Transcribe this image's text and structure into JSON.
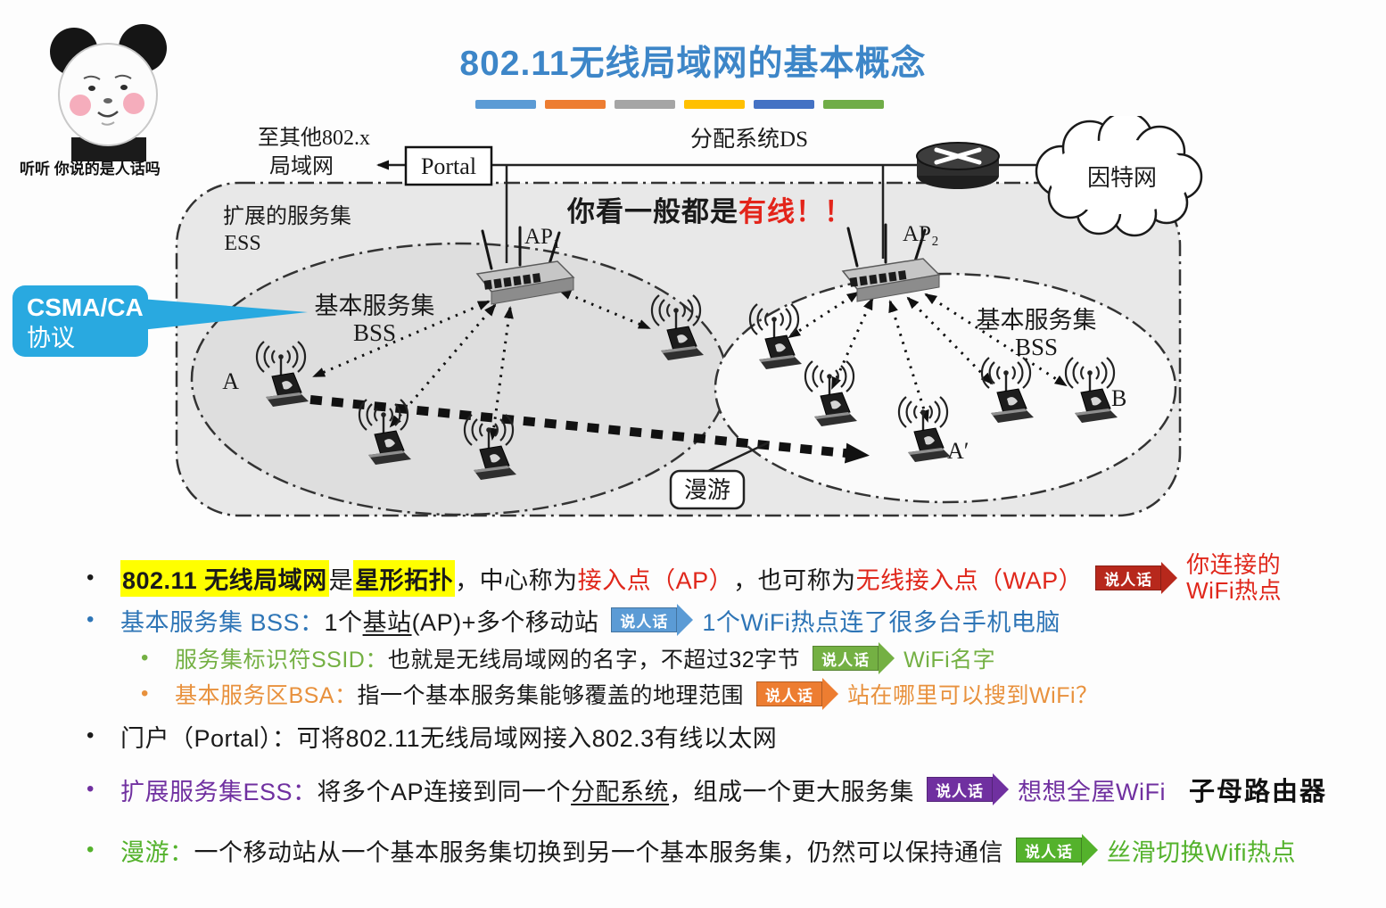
{
  "meme": {
    "caption": "听听 你说的是人话吗"
  },
  "title": "802.11无线局域网的基本概念",
  "accent_bars": [
    "#5b9bd5",
    "#ed7d31",
    "#a5a5a5",
    "#ffc000",
    "#4472c4",
    "#70ad47"
  ],
  "palette": {
    "title_blue": "#3d86c8",
    "highlight_yellow": "#ffff00",
    "red_text": "#e0271b",
    "blue_text": "#2e75b6",
    "green_text": "#74b043",
    "bright_green_text": "#54b22c",
    "orange_text": "#e8913d",
    "purple_text": "#7030a0",
    "dark_red_arrow": "#b7281c",
    "csma_bubble_blue": "#29a9e0"
  },
  "diagram": {
    "to_other_lan_1": "至其他802.x",
    "to_other_lan_2": "局域网",
    "portal": "Portal",
    "ds": "分配系统DS",
    "internet": "因特网",
    "ess_1": "扩展的服务集",
    "ess_2": "ESS",
    "bss_left_1": "基本服务集",
    "bss_left_2": "BSS",
    "bss_right_1": "基本服务集",
    "bss_right_2": "BSS",
    "ap1": "AP₁",
    "ap2": "AP₂",
    "station_a": "A",
    "station_b": "B",
    "station_a_prime": "A′",
    "roaming": "漫游",
    "csma_1": "CSMA/CA",
    "csma_2": "协议",
    "note_black": "你看一般都是",
    "note_red": "有线！！"
  },
  "speak": "说人话",
  "bullets": {
    "b1": {
      "hl1": "802.11 无线局域网",
      "t1": "是",
      "hl2": "星形拓扑",
      "t2": "，中心称为",
      "r1": "接入点（AP）",
      "t3": "，也可称为 ",
      "r2": "无线接入点（WAP）",
      "res1": "你连接的",
      "res2": "WiFi热点"
    },
    "b2": {
      "lead": "基本服务集 BSS：",
      "t1": "1个",
      "u1": "基站",
      "t2": "(AP)+多个移动站",
      "res": "1个WiFi热点连了很多台手机电脑"
    },
    "b3": {
      "lead": "服务集标识符SSID：",
      "t1": "也就是无线局域网的名字，不超过32字节",
      "res": "WiFi名字"
    },
    "b4": {
      "lead": "基本服务区BSA：",
      "t1": "指一个基本服务集能够覆盖的地理范围",
      "res": "站在哪里可以搜到WiFi？"
    },
    "b5": {
      "lead": "门户（Portal）：",
      "t1": "可将802.11无线局域网接入802.3有线以太网"
    },
    "b6": {
      "lead": "扩展服务集ESS：",
      "t1": "将多个AP连接到同一个",
      "u1": "分配系统",
      "t2": "，组成一个更大服务集",
      "res": "想想全屋WiFi",
      "extra": "子母路由器"
    },
    "b7": {
      "lead": "漫游：",
      "t1": "一个移动站从一个基本服务集切换到另一个基本服务集，仍然可以保持通信",
      "res": "丝滑切换Wifi热点"
    }
  }
}
